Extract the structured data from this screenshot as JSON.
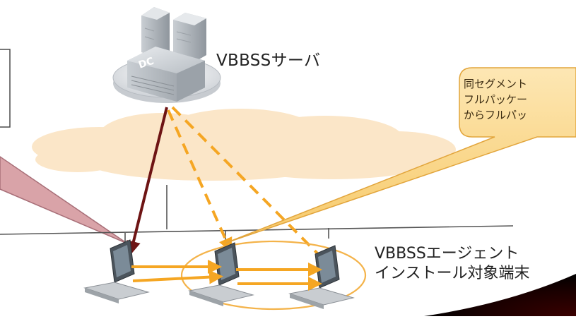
{
  "server": {
    "icon": "dc-server-icon",
    "badge_text": "DC",
    "label": "VBBSSサーバ"
  },
  "clients": {
    "label_line1": "VBBSSエージェント",
    "label_line2": "インストール対象端末"
  },
  "callout_right": {
    "lines": [
      "同セグメント",
      "フルパッケー",
      "からフルパッ"
    ]
  },
  "colors": {
    "dark_arrow": "#6e1414",
    "orange_arrow": "#f5a623",
    "callout_fill": "#fbd98c",
    "cloud": "#fbe6c8",
    "ellipse": "#f4b34a",
    "pink_callout": "#d9a3a8"
  }
}
